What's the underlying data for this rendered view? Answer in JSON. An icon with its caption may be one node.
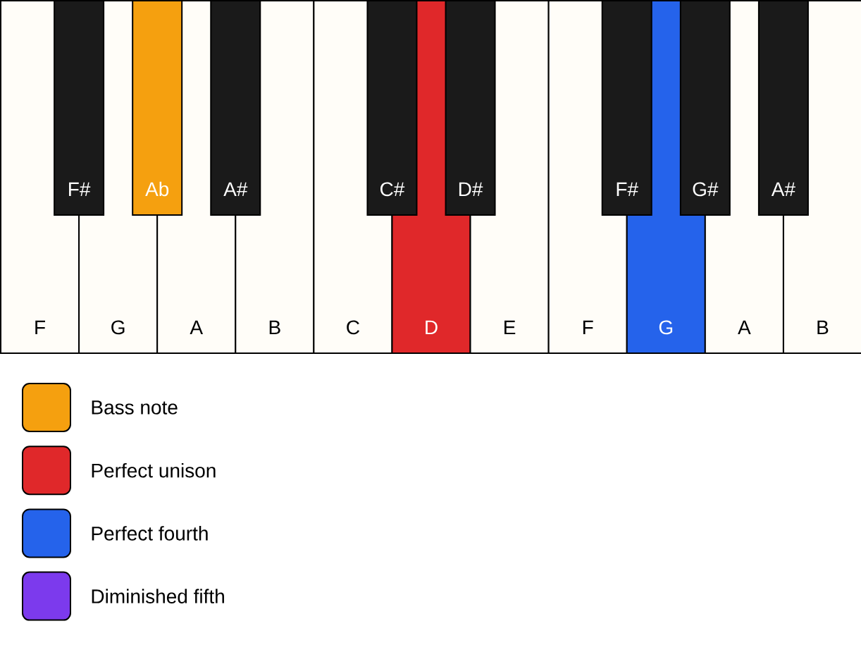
{
  "diagram": {
    "nodes": [
      {
        "text": [
          "F"
        ]
      },
      {
        "text": [
          "G"
        ]
      },
      {
        "text": [
          "A"
        ]
      },
      {
        "text": [
          "B"
        ]
      },
      {
        "text": [
          "C"
        ]
      },
      {
        "text": [
          "D"
        ]
      },
      {
        "text": [
          "E"
        ]
      },
      {
        "text": [
          "F"
        ]
      },
      {
        "text": [
          "G"
        ]
      },
      {
        "text": [
          "A"
        ]
      },
      {
        "text": [
          "B"
        ]
      },
      {
        "text": [
          "F#"
        ]
      },
      {
        "text": [
          "Ab"
        ]
      },
      {
        "text": [
          "A#"
        ]
      },
      {
        "text": [
          "C#"
        ]
      },
      {
        "text": [
          "D#"
        ]
      },
      {
        "text": [
          "F#"
        ]
      },
      {
        "text": [
          "G#"
        ]
      },
      {
        "text": [
          "A#"
        ]
      }
    ],
    "legend": [
      {
        "text": "Bass note",
        "color": "#f5a00f"
      },
      {
        "text": "Perfect unison",
        "color": "#e0282a"
      },
      {
        "text": "Perfect fourth",
        "color": "#2563eb"
      },
      {
        "text": "Diminished fifth",
        "color": "#7c3aed"
      }
    ]
  }
}
